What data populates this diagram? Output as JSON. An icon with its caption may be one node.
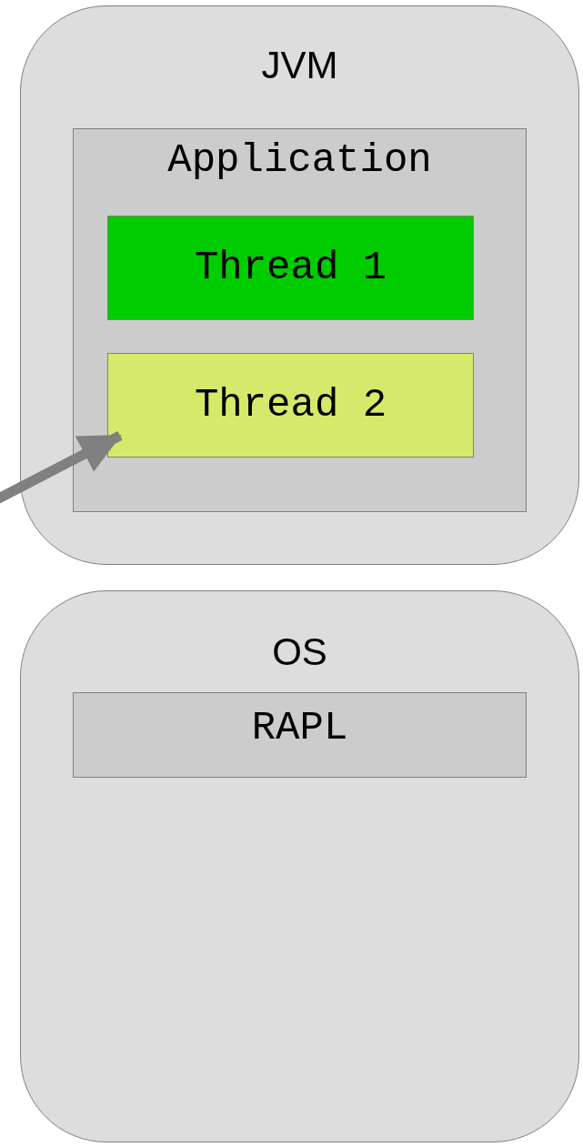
{
  "diagram": {
    "nodes": [
      {
        "text": [
          "JVM"
        ]
      },
      {
        "text": [
          "Application"
        ],
        "in": 0
      },
      {
        "text": [
          "Thread 1"
        ],
        "in": 1
      },
      {
        "text": [
          "Thread 2"
        ],
        "in": 1
      },
      {
        "text": [
          "OS"
        ]
      },
      {
        "text": [
          "RAPL"
        ],
        "in": 4
      }
    ],
    "edges": [
      {
        "from": null,
        "to": 3,
        "arrow": "to"
      }
    ]
  }
}
